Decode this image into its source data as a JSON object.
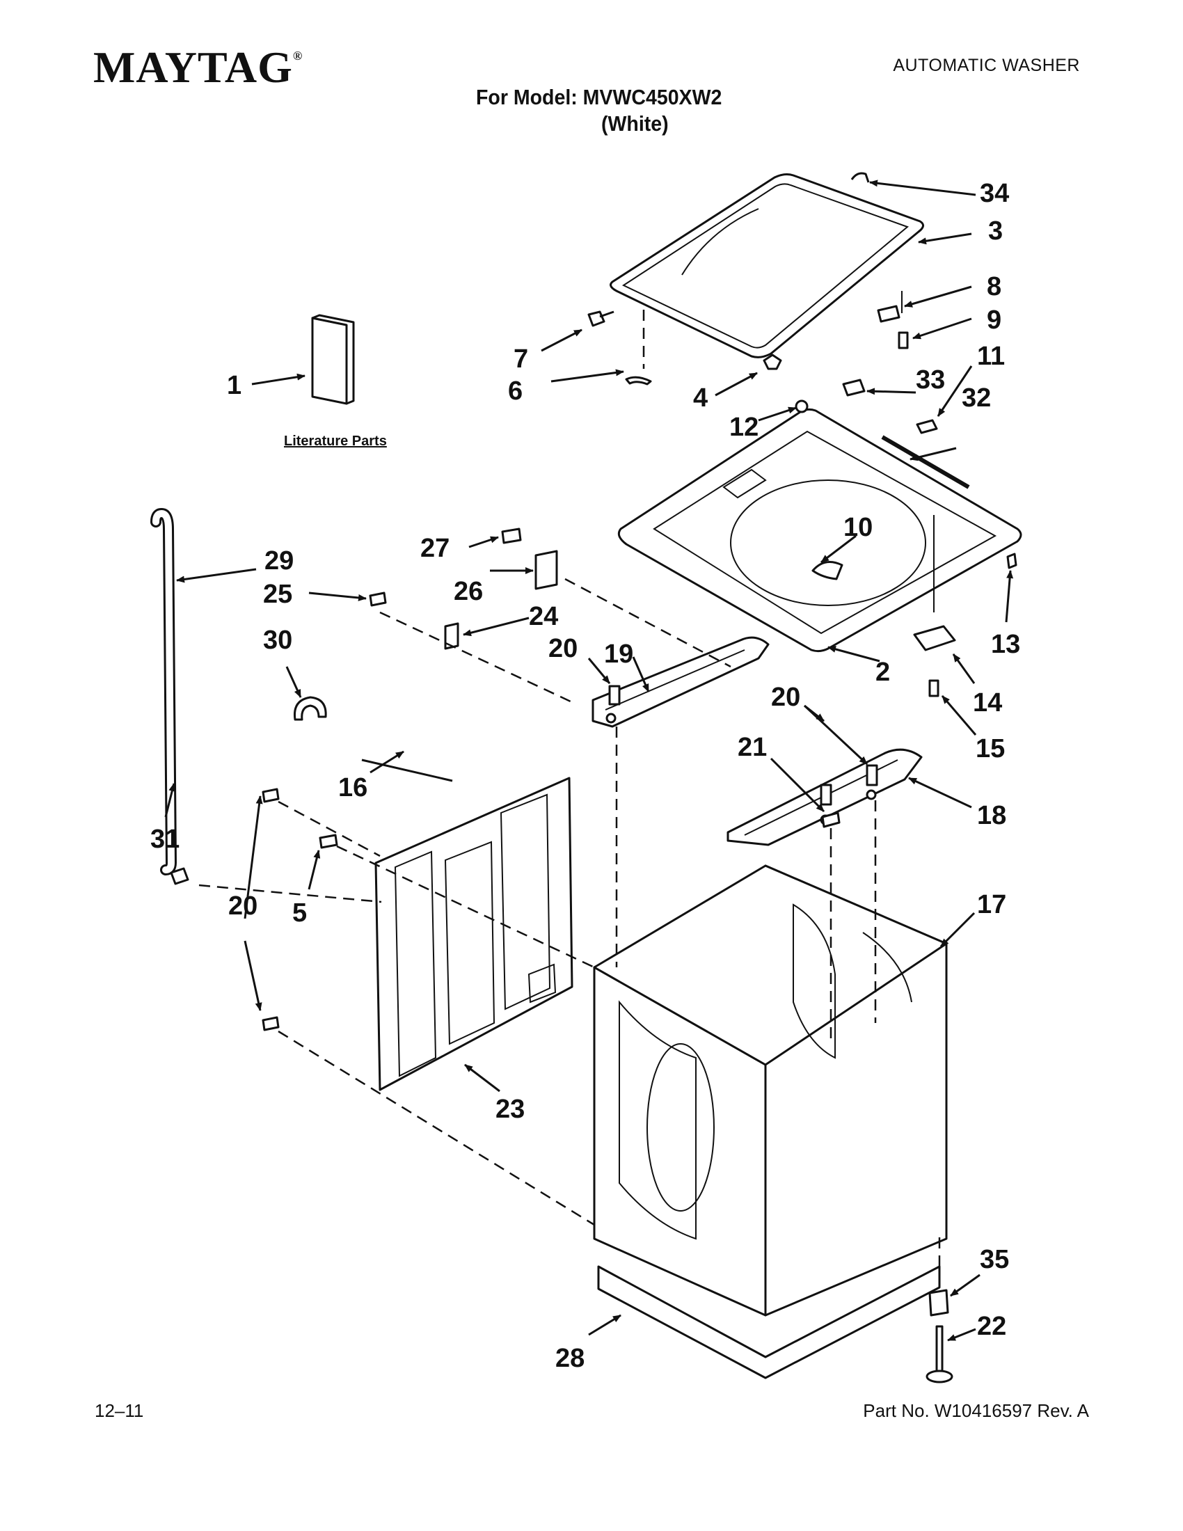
{
  "header": {
    "brand": "MAYTAG",
    "brand_mark": "®",
    "document_type": "AUTOMATIC WASHER",
    "model_line": "For Model: MVWC450XW2",
    "color_line": "(White)"
  },
  "diagram": {
    "literature_label": "Literature Parts",
    "callouts": {
      "c1": "1",
      "c2": "2",
      "c3": "3",
      "c4": "4",
      "c5": "5",
      "c6": "6",
      "c7": "7",
      "c8": "8",
      "c9": "9",
      "c10": "10",
      "c11": "11",
      "c12": "12",
      "c13": "13",
      "c14": "14",
      "c15": "15",
      "c16": "16",
      "c17": "17",
      "c18": "18",
      "c19": "19",
      "c20a": "20",
      "c20b": "20",
      "c20c": "20",
      "c21": "21",
      "c22": "22",
      "c23": "23",
      "c24": "24",
      "c25": "25",
      "c26": "26",
      "c27": "27",
      "c28": "28",
      "c29": "29",
      "c30": "30",
      "c31": "31",
      "c32": "32",
      "c33": "33",
      "c34": "34",
      "c35": "35"
    }
  },
  "footer": {
    "date": "12–11",
    "part_number": "Part No. W10416597 Rev. A"
  }
}
